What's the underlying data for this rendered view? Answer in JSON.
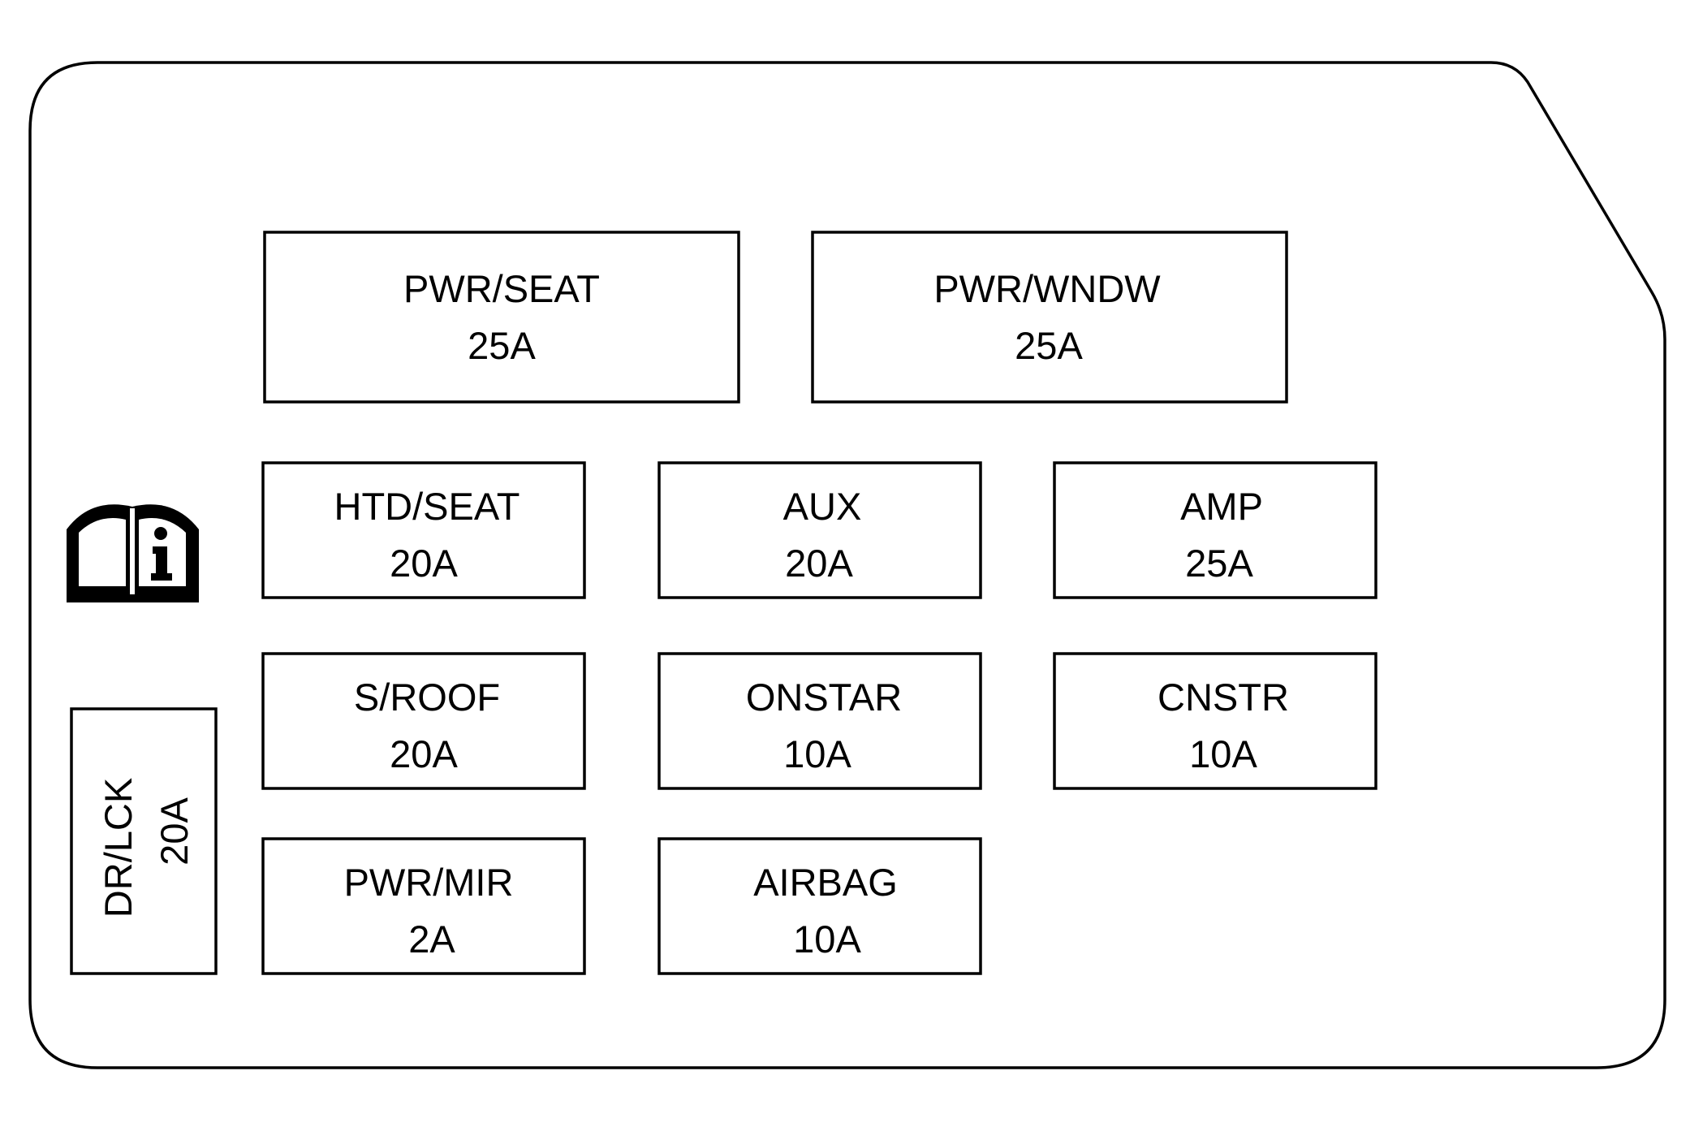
{
  "diagram": {
    "colors": {
      "stroke": "#000000",
      "background": "#ffffff"
    },
    "icons": {
      "manual": "book-info-icon"
    },
    "fuses": {
      "pwr_seat": {
        "name": "PWR/SEAT",
        "rating": "25A"
      },
      "pwr_wndw": {
        "name": "PWR/WNDW",
        "rating": "25A"
      },
      "htd_seat": {
        "name": "HTD/SEAT",
        "rating": "20A"
      },
      "aux": {
        "name": "AUX",
        "rating": "20A"
      },
      "amp": {
        "name": "AMP",
        "rating": "25A"
      },
      "s_roof": {
        "name": "S/ROOF",
        "rating": "20A"
      },
      "onstar": {
        "name": "ONSTAR",
        "rating": "10A"
      },
      "cnstr": {
        "name": "CNSTR",
        "rating": "10A"
      },
      "pwr_mir": {
        "name": "PWR/MIR",
        "rating": "2A"
      },
      "airbag": {
        "name": "AIRBAG",
        "rating": "10A"
      },
      "dr_lck": {
        "name": "DR/LCK",
        "rating": "20A"
      }
    }
  }
}
